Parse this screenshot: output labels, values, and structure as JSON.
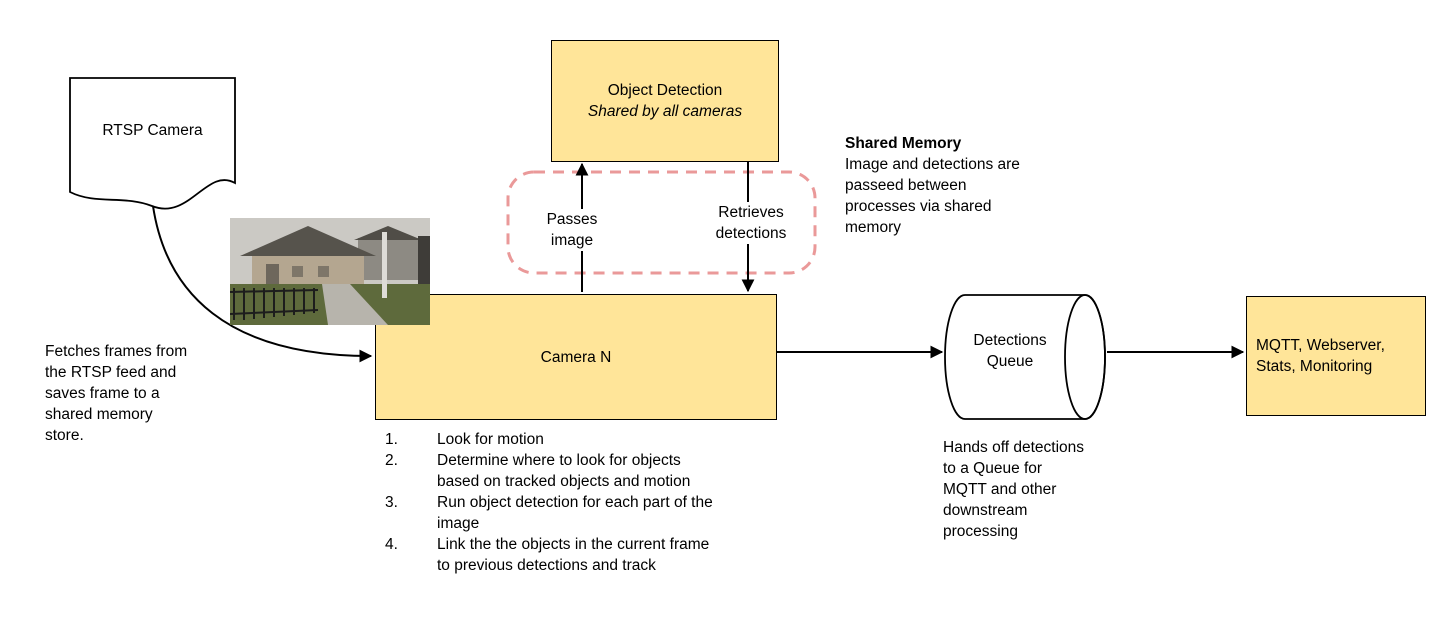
{
  "colors": {
    "background": "#ffffff",
    "text_color": "#000000",
    "box_fill": "#ffe599",
    "box_border": "#000000",
    "arrow_color": "#000000",
    "dash_color": "#ea9999"
  },
  "nodes": {
    "rtsp_camera": {
      "label": "RTSP Camera"
    },
    "object_detection": {
      "title": "Object Detection",
      "subtitle": "Shared by all cameras"
    },
    "camera_n": {
      "label": "Camera N"
    },
    "detections_queue": {
      "label": "Detections Queue"
    },
    "outputs": {
      "label": "MQTT, Webserver, Stats, Monitoring"
    }
  },
  "edges": {
    "passes_image": "Passes\nimage",
    "retrieves_detections": "Retrieves\ndetections"
  },
  "notes": {
    "shared_memory_title": "Shared Memory",
    "shared_memory_body": "Image and detections are\npasseed between\nprocesses via shared\nmemory",
    "fetch_note": "Fetches frames from\nthe RTSP feed and\nsaves frame to a\nshared memory\nstore.",
    "queue_note": "Hands off detections\nto a Queue for\nMQTT and other\ndownstream\nprocessing"
  },
  "camera_steps": [
    "Look for motion",
    "Determine where to look for objects\nbased on tracked objects and motion",
    "Run object detection for each part of the\nimage",
    "Link the the objects in the current frame\nto previous detections and track"
  ]
}
